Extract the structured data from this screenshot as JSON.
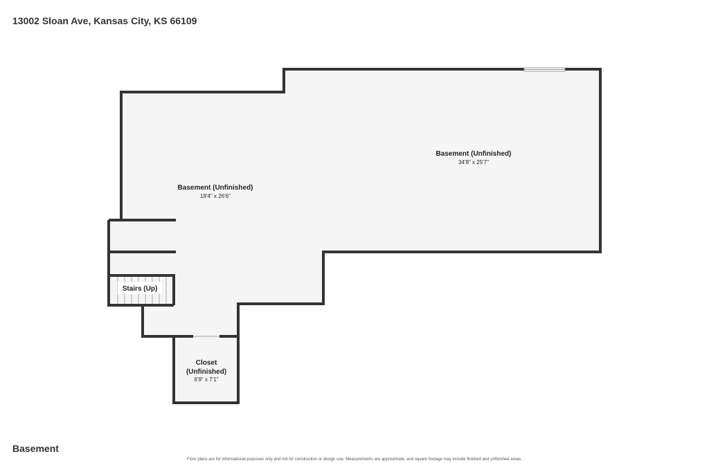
{
  "header": {
    "address": "13002 Sloan Ave, Kansas City, KS 66109"
  },
  "footer": {
    "floor_name": "Basement",
    "disclaimer": "Floor plans are for informational purposes only and not for construction or design use. Measurements are approximate, and square footage may include finished and unfinished areas."
  },
  "rooms": [
    {
      "name": "Basement (Unfinished)",
      "dims": "34'8\" x 25'7\""
    },
    {
      "name": "Basement (Unfinished)",
      "dims": "19'4\" x 26'6\""
    },
    {
      "name": "Stairs (Up)"
    },
    {
      "name_line1": "Closet",
      "name_line2": "(Unfinished)",
      "dims": "6'9\" x 7'1\""
    }
  ],
  "colors": {
    "wall": "#333333",
    "floor": "#f5f5f5",
    "background": "#ffffff"
  }
}
